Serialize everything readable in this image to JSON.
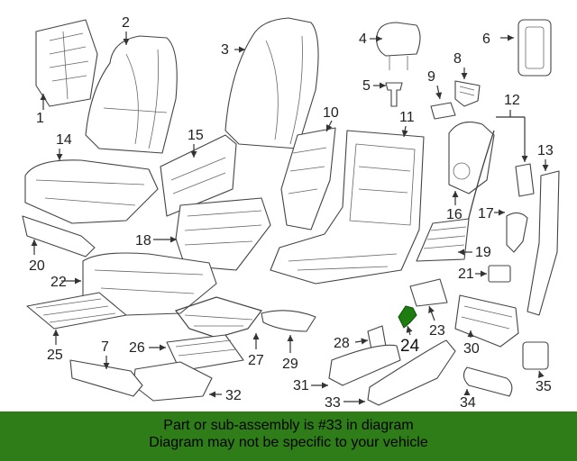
{
  "diagram": {
    "labels": [
      "1",
      "2",
      "3",
      "4",
      "5",
      "6",
      "8",
      "9",
      "10",
      "11",
      "12",
      "13",
      "14",
      "15",
      "16",
      "17",
      "18",
      "19",
      "20",
      "21",
      "22",
      "23",
      "24",
      "25",
      "26",
      "27",
      "28",
      "29",
      "30",
      "31",
      "32",
      "33",
      "34",
      "35",
      "7"
    ],
    "highlighted_part": "33",
    "highlight_color": "#1e7d0f"
  },
  "banner": {
    "line1": "Part or sub-assembly is #33 in diagram",
    "line2": "Diagram may not be specific to your vehicle",
    "background": "#2e7d18"
  }
}
